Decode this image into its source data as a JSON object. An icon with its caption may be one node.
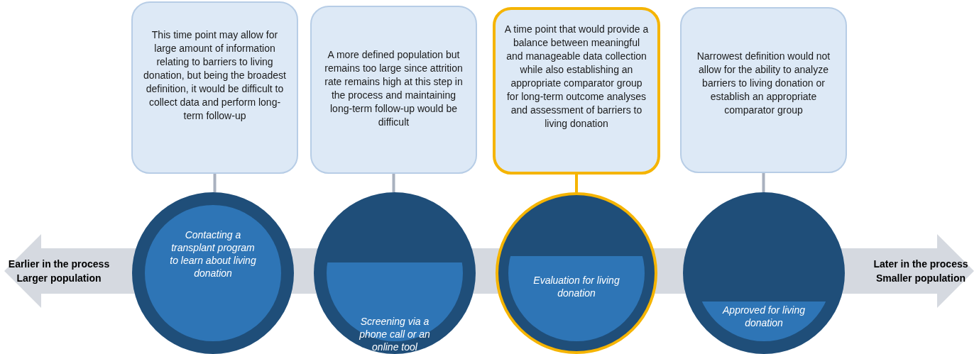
{
  "diagram": {
    "nodes": [
      {
        "text": [
          "This time point may allow for large amount of information relating to barriers to living donation, but being the broadest definition, it would be difficult to collect data and perform long-term follow-up"
        ]
      },
      {
        "text": [
          "A more defined population but remains too large since attrition rate remains high at this step in the process and maintaining long-term follow-up would be difficult"
        ]
      },
      {
        "text": [
          "A time point that would provide a balance between meaningful and manageable data collection while also establishing an appropriate comparator group for long-term outcome analyses and assessment of barriers to living donation"
        ]
      },
      {
        "text": [
          "Narrowest definition would not allow for the ability to analyze barriers to living donation or establish an appropriate comparator group"
        ]
      },
      {
        "text": [
          "Contacting a transplant program to learn about living donation"
        ]
      },
      {
        "text": [
          "Screening via a phone call or an online tool"
        ]
      },
      {
        "text": [
          "Evaluation for living donation"
        ]
      },
      {
        "text": [
          "Approved for living donation"
        ]
      },
      {
        "text": [
          "Earlier in the process Larger population"
        ]
      },
      {
        "text": [
          "Later in the process Smaller population"
        ]
      }
    ],
    "edges": [
      {
        "from": 0,
        "to": 4,
        "arrow": "none"
      },
      {
        "from": 1,
        "to": 5,
        "arrow": "none"
      },
      {
        "from": 2,
        "to": 6,
        "arrow": "none",
        "color": "#f5b400"
      },
      {
        "from": 3,
        "to": 7,
        "arrow": "none"
      },
      {
        "from": 8,
        "to": 9,
        "arrow": "both",
        "style": "thick",
        "color": "#d5d9e0"
      }
    ]
  }
}
